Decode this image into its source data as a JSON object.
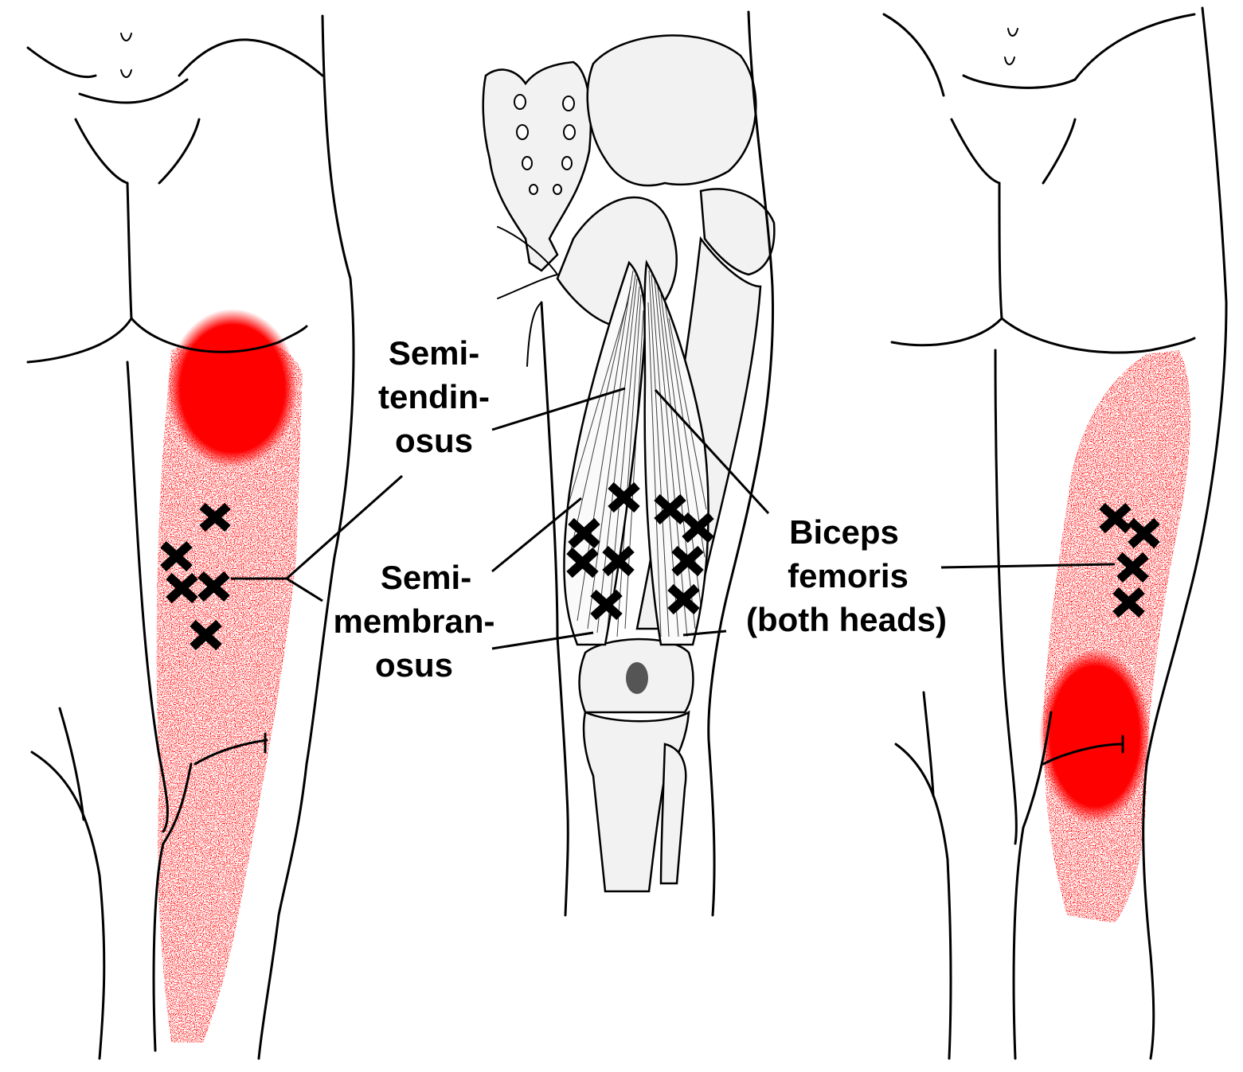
{
  "labels": {
    "semitendinosus": [
      "Semi-",
      "tendin-",
      "osus"
    ],
    "semimembranosus": [
      "Semi-",
      "membran-",
      "osus"
    ],
    "biceps_femoris": [
      "Biceps",
      "femoris",
      "(both heads)"
    ]
  },
  "colors": {
    "referred_pain": "#ff0000",
    "trigger_point": "#000000",
    "outline": "#000000"
  },
  "icons": {
    "trigger_point": "x-mark-icon"
  }
}
